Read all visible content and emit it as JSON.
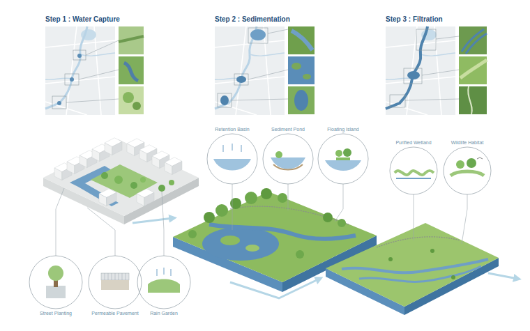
{
  "diagram": {
    "nodes": [
      {
        "text": [
          "Step 1 : Water Capture"
        ]
      },
      {
        "text": [
          "Step 2 : Sedimentation"
        ]
      },
      {
        "text": [
          "Step 3 : Filtration"
        ]
      },
      {
        "text": [
          "Retention Basin"
        ]
      },
      {
        "text": [
          "Sediment Pond"
        ]
      },
      {
        "text": [
          "Floating Island"
        ]
      },
      {
        "text": [
          "Purified Wetland"
        ]
      },
      {
        "text": [
          "Wildlife Habitat"
        ]
      },
      {
        "text": [
          "Street Planting"
        ]
      },
      {
        "text": [
          "Permeable Pavement"
        ]
      },
      {
        "text": [
          "Rain Garden"
        ]
      }
    ]
  }
}
